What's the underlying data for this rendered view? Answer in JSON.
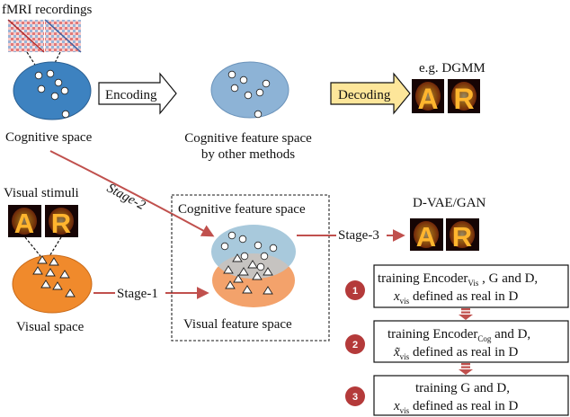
{
  "top": {
    "fmri_label": "fMRI recordings",
    "cognitive_space_label": "Cognitive space",
    "encoding_label": "Encoding",
    "other_methods_line1": "Cognitive feature space",
    "other_methods_line2": "by other methods",
    "dgmm_label": "e.g. DGMM",
    "decoding_label": "Decoding"
  },
  "bottom": {
    "visual_stimuli_label": "Visual stimuli",
    "visual_space_label": "Visual space",
    "stage1_label": "Stage-1",
    "stage2_label": "Stage-2",
    "stage3_label": "Stage-3",
    "cognitive_feature_space_label": "Cognitive feature space",
    "visual_feature_space_label": "Visual feature space",
    "dvae_label": "D-VAE/GAN"
  },
  "letters": [
    "A",
    "R"
  ],
  "steps": [
    {
      "number": "1",
      "line1_pre": "training Encoder",
      "line1_sub": "Vis",
      "line1_post": " , G and D,",
      "var": "x",
      "var_sub": "vis",
      "line2_post": " defined as real in D"
    },
    {
      "number": "2",
      "line1_pre": "training Encoder",
      "line1_sub": "Cog",
      "line1_post": " and D,",
      "var": "x̃",
      "var_sub": "vis",
      "line2_post": " defined as real in D"
    },
    {
      "number": "3",
      "line1_pre": "training G and D,",
      "line1_sub": "",
      "line1_post": "",
      "var": "x",
      "var_sub": "vis",
      "line2_post": " defined as real in D"
    }
  ],
  "colors": {
    "cognitive_blue": "#3d82c0",
    "cognitive_light_blue": "#8db3d6",
    "visual_orange": "#f08a2c",
    "feature_blue": "#a8c9dc",
    "feature_orange": "#f3a26b",
    "overlap_gray": "#c6c3c0",
    "stage_arrow": "#c0504d",
    "step_circle": "#b43a3a",
    "decoding_fill": "#fde69a"
  }
}
